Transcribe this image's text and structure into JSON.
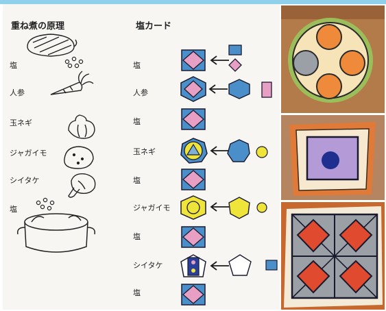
{
  "left_column": {
    "title": "重ね煮の原理",
    "labels": [
      "塩",
      "人参",
      "玉ネギ",
      "ジャガイモ",
      "シイタケ",
      "塩"
    ]
  },
  "right_column": {
    "title": "塩カード",
    "labels": [
      "塩",
      "人参",
      "塩",
      "玉ネギ",
      "塩",
      "ジャガイモ",
      "塩",
      "シイタケ",
      "塩"
    ]
  },
  "colors": {
    "pink": "#e7a0c3",
    "blue": "#4a8fc9",
    "yellow": "#efe43a",
    "orange": "#ef8a3a",
    "gray": "#9aa0a6",
    "red": "#e04a2e",
    "purple": "#b59ad8",
    "navy": "#1e2f8f"
  },
  "photos": [
    {
      "name": "round-plate-photo"
    },
    {
      "name": "square-purple-dish-photo"
    },
    {
      "name": "diamond-pattern-tile-photo"
    }
  ]
}
